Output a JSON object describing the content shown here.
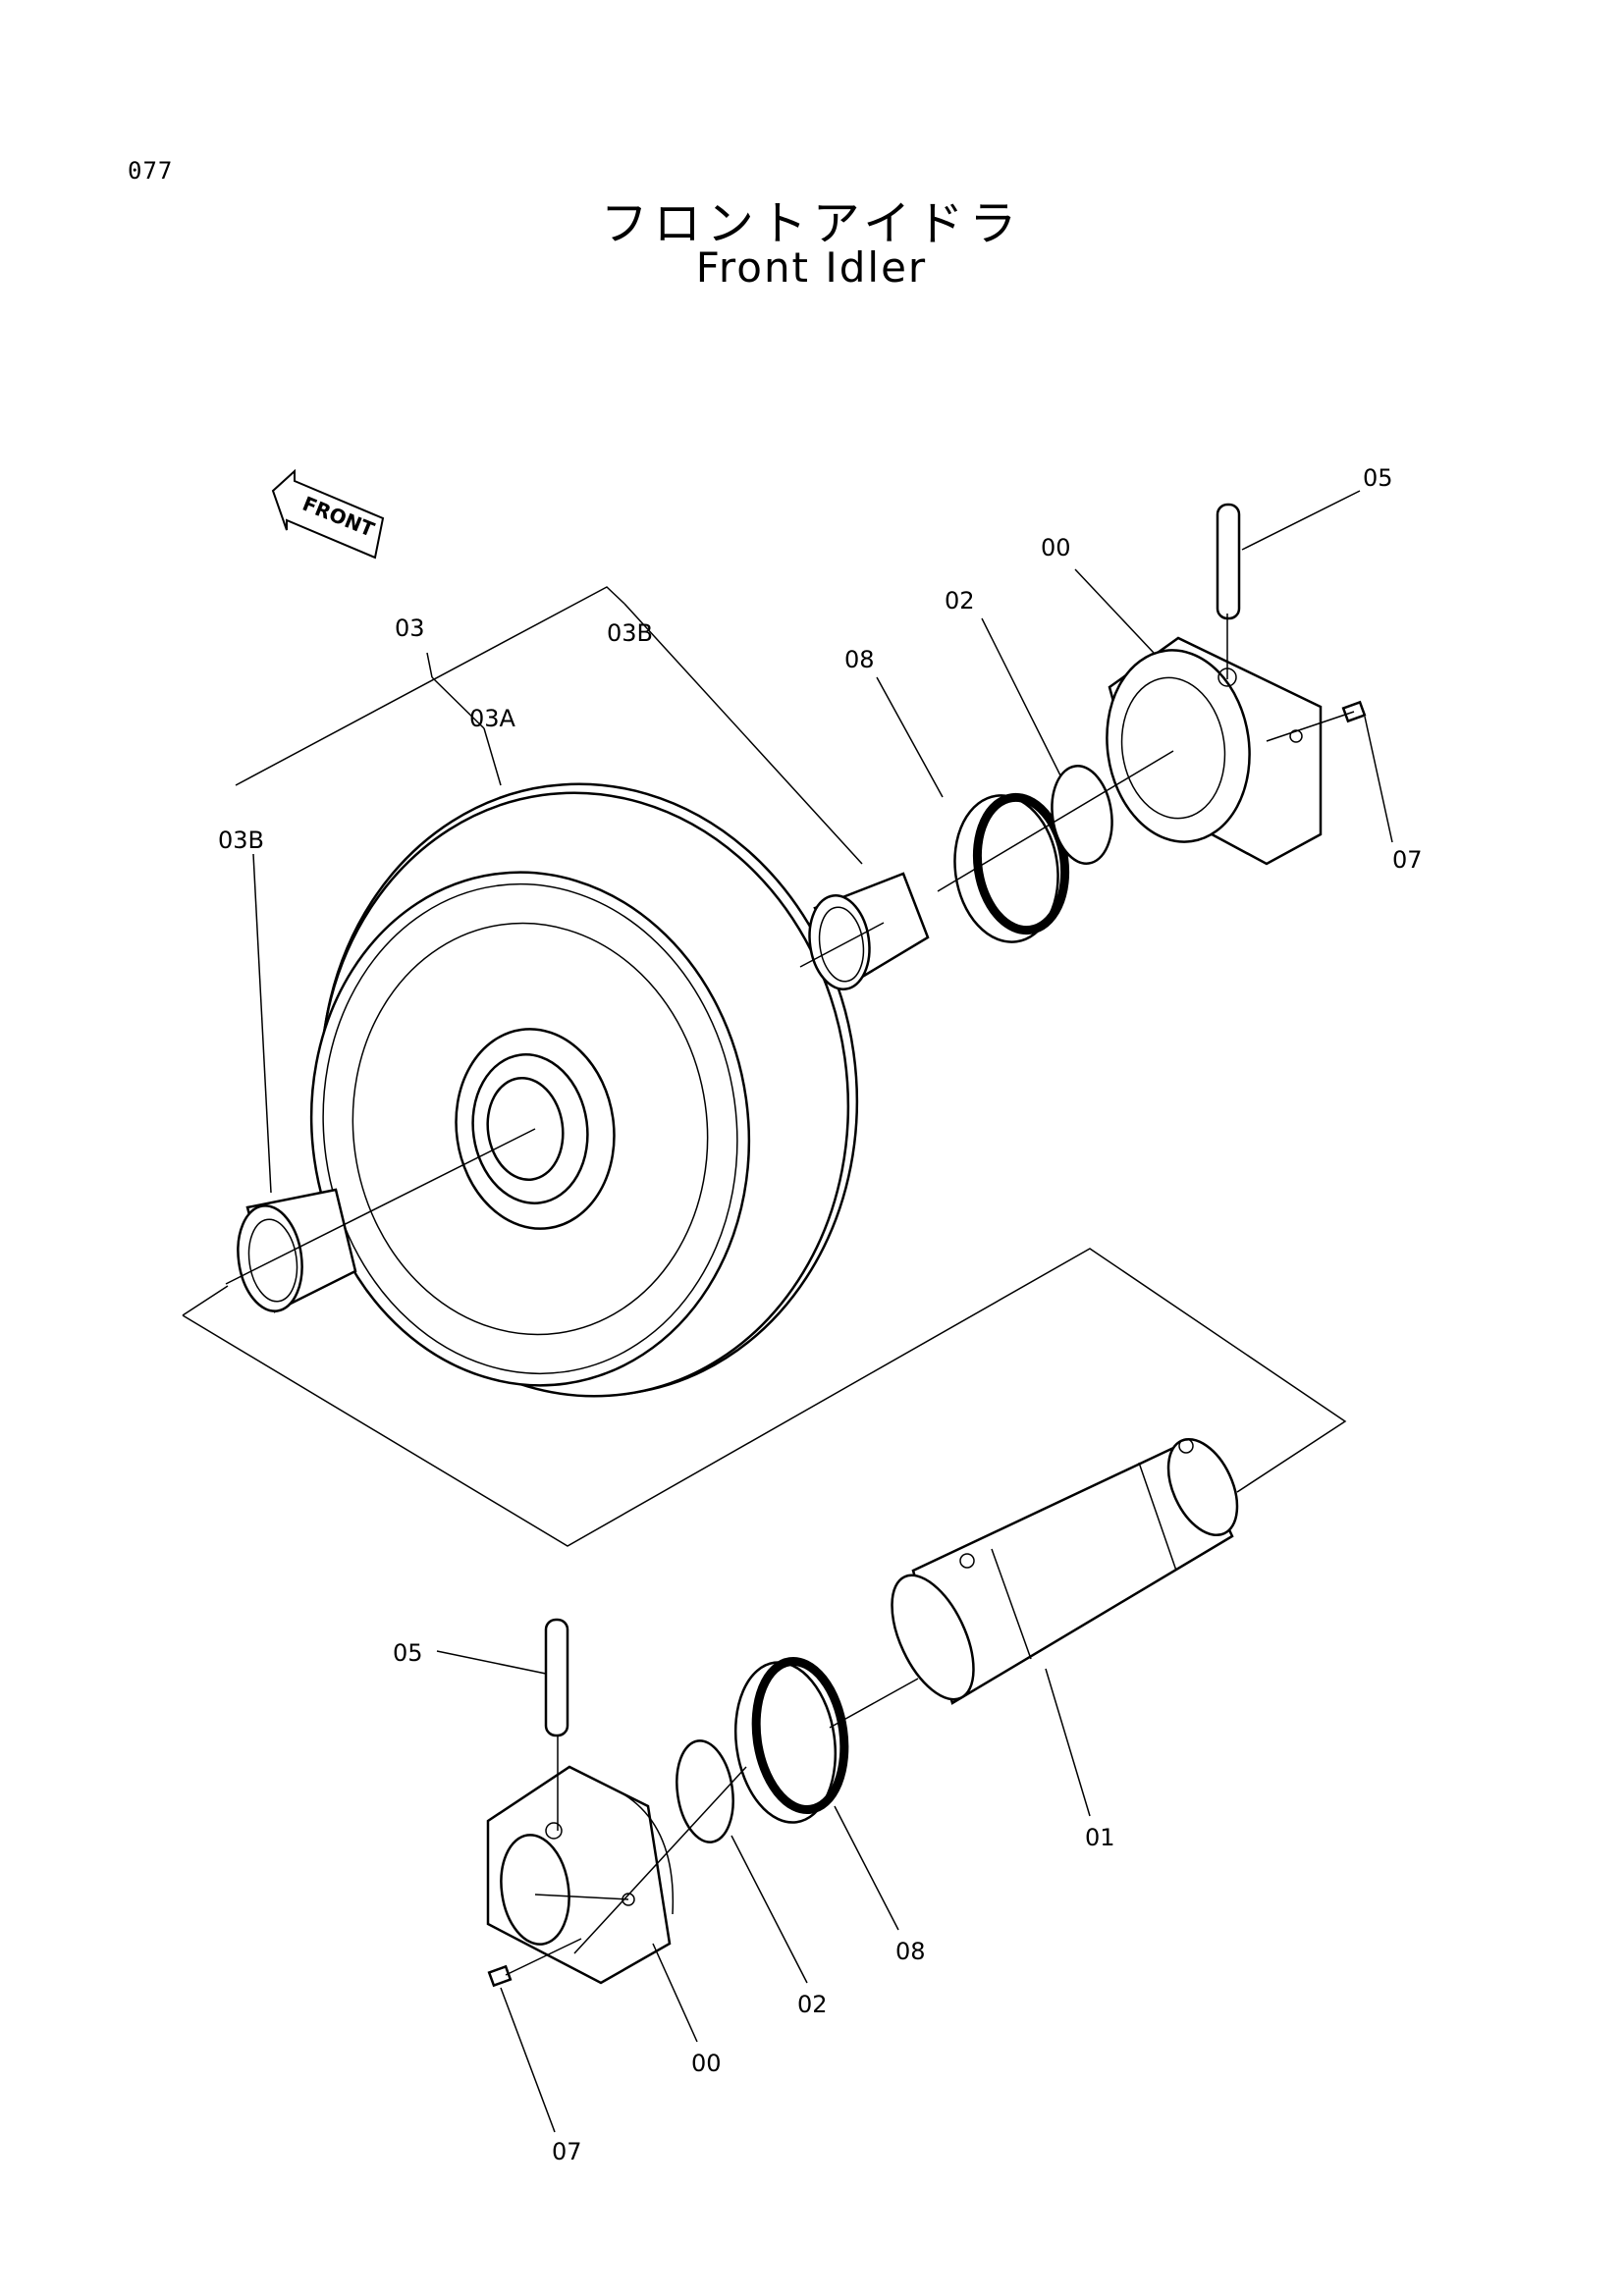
{
  "page_number": "077",
  "title_jp": "フロントアイドラ",
  "title_en": "Front Idler",
  "front_tag": "FRONT",
  "callouts": {
    "c05_top": "05",
    "c00_top": "00",
    "c02_top": "02",
    "c08_top": "08",
    "c03": "03",
    "c03b_mid": "03B",
    "c03a": "03A",
    "c03b_left": "03B",
    "c07_top": "07",
    "c05_bot": "05",
    "c01": "01",
    "c08_bot": "08",
    "c02_bot": "02",
    "c00_bot": "00",
    "c07_bot": "07"
  }
}
